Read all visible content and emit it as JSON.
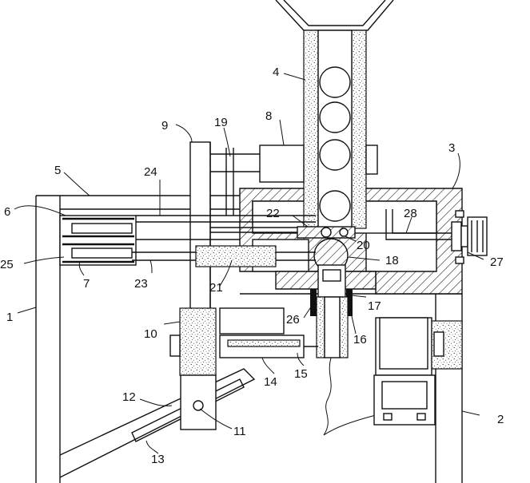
{
  "labels": {
    "l1": "1",
    "l2": "2",
    "l3": "3",
    "l4": "4",
    "l5": "5",
    "l6": "6",
    "l7": "7",
    "l8": "8",
    "l9": "9",
    "l10": "10",
    "l11": "11",
    "l12": "12",
    "l13": "13",
    "l14": "14",
    "l15": "15",
    "l16": "16",
    "l17": "17",
    "l18": "18",
    "l19": "19",
    "l20": "20",
    "l21": "21",
    "l22": "22",
    "l23": "23",
    "l24": "24",
    "l25": "25",
    "l26": "26",
    "l27": "27",
    "l28": "28"
  }
}
